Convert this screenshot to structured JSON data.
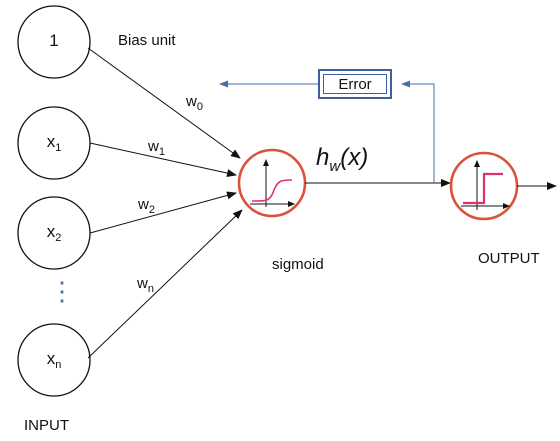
{
  "inputs": {
    "bias": "1",
    "x1": {
      "base": "x",
      "sub": "1"
    },
    "x2": {
      "base": "x",
      "sub": "2"
    },
    "xn": {
      "base": "x",
      "sub": "n"
    },
    "ellipsis": "⋮"
  },
  "labels": {
    "bias_unit": "Bias unit",
    "input": "INPUT",
    "sigmoid": "sigmoid",
    "output": "OUTPUT",
    "error": "Error"
  },
  "weights": {
    "w0": {
      "base": "w",
      "sub": "0"
    },
    "w1": {
      "base": "w",
      "sub": "1"
    },
    "w2": {
      "base": "w",
      "sub": "2"
    },
    "wn": {
      "base": "w",
      "sub": "n"
    }
  },
  "hypothesis": {
    "h": "h",
    "sub": "w",
    "arg": "(x)"
  },
  "colors": {
    "node_ring": "#d9533a",
    "curve": "#e0306a",
    "feedback_line": "#4a6fa5",
    "error_border": "#3e5f99"
  }
}
